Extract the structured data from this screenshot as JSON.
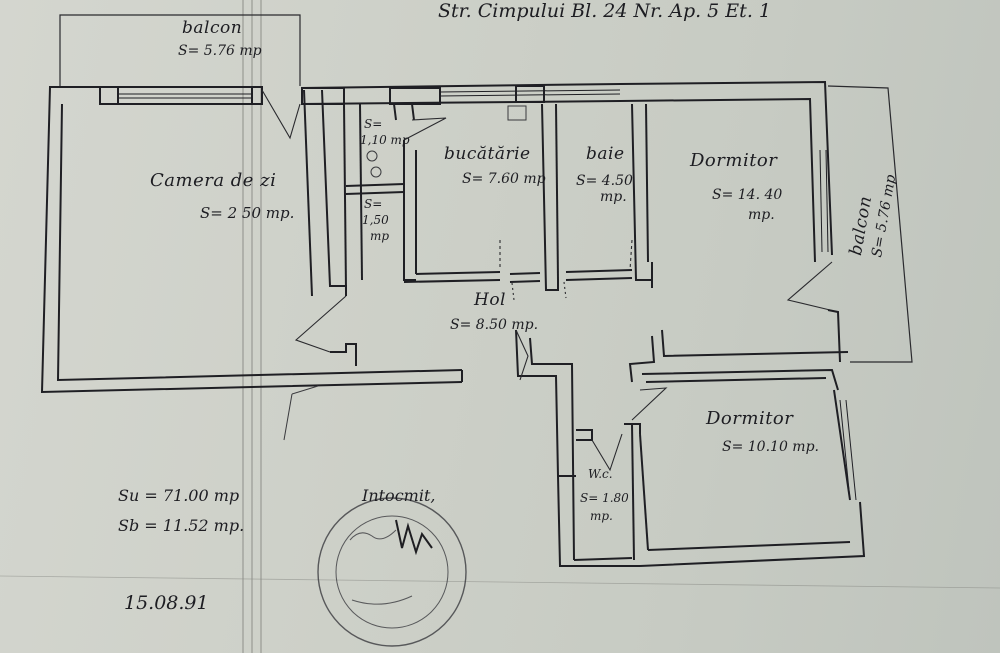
{
  "header": {
    "address": "Str. Cimpului Bl. 24 Nr. Ap. 5 Et. 1"
  },
  "rooms": {
    "balcon_top": {
      "name": "balcon",
      "area": "S= 5.76 mp"
    },
    "camera": {
      "name": "Camera de zi",
      "area": "S= 2 50 mp."
    },
    "storage1": {
      "name": "S=",
      "area": "1,10 mp"
    },
    "storage2": {
      "name": "S=",
      "area": "1,50",
      "unit": "mp"
    },
    "bucatarie": {
      "name": "bucătărie",
      "area": "S= 7.60 mp"
    },
    "baie": {
      "name": "baie",
      "area": "S= 4.50",
      "unit": "mp."
    },
    "dormitor1": {
      "name": "Dormitor",
      "area": "S= 14. 40",
      "unit": "mp."
    },
    "balcon_right": {
      "name": "balcon",
      "area": "S= 5.76 mp"
    },
    "hol": {
      "name": "Hol",
      "area": "S= 8.50 mp."
    },
    "dormitor2": {
      "name": "Dormitor",
      "area": "S= 10.10 mp."
    },
    "wc": {
      "name": "W.c.",
      "area": "S= 1.80",
      "unit": "mp."
    }
  },
  "totals": {
    "su": "Su = 71.00 mp",
    "sb": "Sb = 11.52 mp."
  },
  "footer": {
    "intocmit": "Intocmit,",
    "date": "15.08.91"
  }
}
